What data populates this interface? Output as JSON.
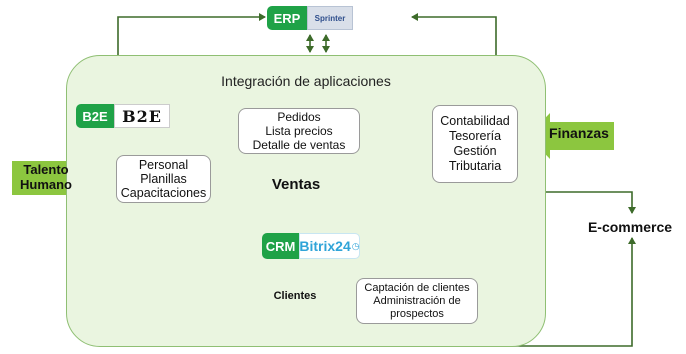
{
  "panel": {
    "title": "Integración de aplicaciones"
  },
  "erp": {
    "badge": "ERP",
    "logo": "Sprinter"
  },
  "b2e": {
    "badge": "B2E",
    "logo": "B2E"
  },
  "crm": {
    "badge": "CRM",
    "logo": "Bitrix24"
  },
  "boxes": {
    "pedidos": [
      "Pedidos",
      "Lista precios",
      "Detalle de ventas"
    ],
    "personal": [
      "Personal",
      "Planillas",
      "Capacitaciones"
    ],
    "contabilidad": [
      "Contabilidad",
      "Tesorería",
      "Gestión",
      "Tributaria"
    ],
    "clientes": [
      "Captación de clientes",
      "Administración de",
      "prospectos"
    ]
  },
  "arrows": {
    "talento": [
      "Talento",
      "Humano"
    ],
    "ventas": "Ventas",
    "finanzas": "Finanzas",
    "clientes": "Clientes"
  },
  "ecommerce": "E-commerce",
  "colors": {
    "green": "#1fa247",
    "arrow_green": "#8cc63f",
    "line": "#3d6b2a",
    "panel": "#eaf5e0"
  }
}
